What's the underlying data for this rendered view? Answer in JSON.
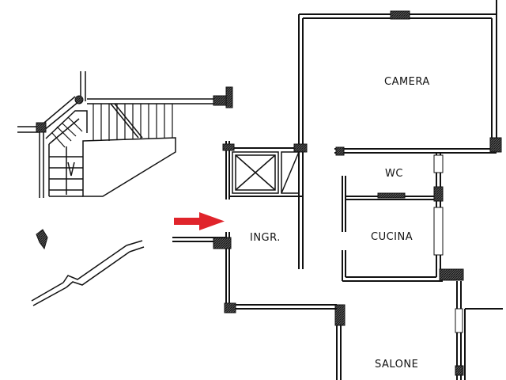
{
  "rooms": {
    "camera": "CAMERA",
    "wc": "WC",
    "ingresso": "INGR.",
    "cucina": "CUCINA",
    "salone": "SALONE"
  },
  "colors": {
    "wall": "#111111",
    "hatch_fill": "#3a3a3a",
    "arrow": "#e0242b",
    "background": "#ffffff"
  },
  "icons": {
    "entrance": "arrow-right-icon",
    "elevator": "elevator-shaft-icon",
    "stairs": "staircase-icon"
  }
}
